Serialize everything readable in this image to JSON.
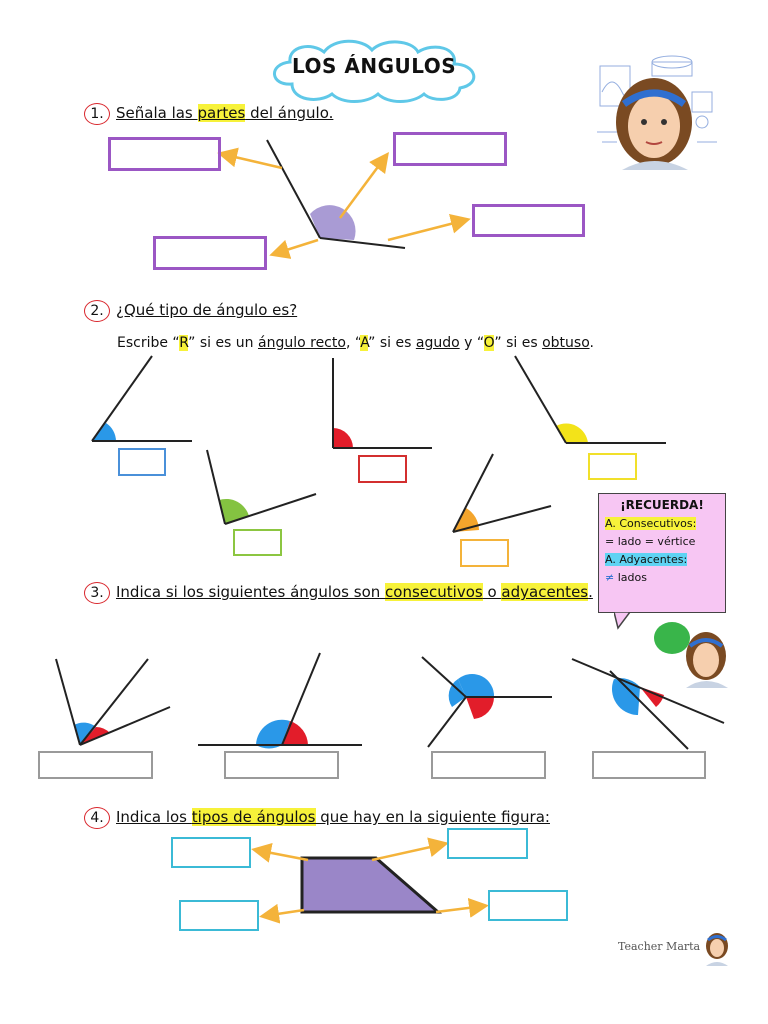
{
  "title": "LOS ÁNGULOS",
  "q1": {
    "num": "1.",
    "pre": "Señala las ",
    "hl": "partes",
    "post": " del ángulo."
  },
  "q2": {
    "num": "2.",
    "text": "¿Qué tipo de ángulo es?",
    "instr": {
      "a": "Escribe “",
      "r": "R",
      "b": "” si es un ",
      "recto": "ángulo recto",
      "c": ", “",
      "ag": "A",
      "d": "” si es ",
      "agudo": "agudo",
      "e": " y “",
      "o": "O",
      "f": "” si es ",
      "obtuso": "obtuso",
      "g": "."
    }
  },
  "q3": {
    "num": "3.",
    "pre": "Indica si los siguientes ángulos son ",
    "hl1": "consecutivos",
    "mid": " o ",
    "hl2": "adyacentes",
    "post": "."
  },
  "q4": {
    "num": "4.",
    "pre": "Indica los ",
    "hl": "tipos de ángulos",
    "post": " que hay en la siguiente figura:"
  },
  "recuerda": {
    "title": "¡RECUERDA!",
    "consec": "A. Consecutivos:",
    "consec_line": "= lado = vértice",
    "ady": "A. Adyacentes:",
    "ady_line": "lados"
  },
  "footer": "Teacher Marta",
  "colors": {
    "purple": "#9b57c4",
    "arrow": "#f4b33a",
    "angle_purple": "#a99bd4",
    "blue": "#2a98e8",
    "red": "#e21d2a",
    "yellow": "#f3e319",
    "green": "#84c341",
    "orange": "#f4a52c",
    "shape": "#9a86c8"
  }
}
